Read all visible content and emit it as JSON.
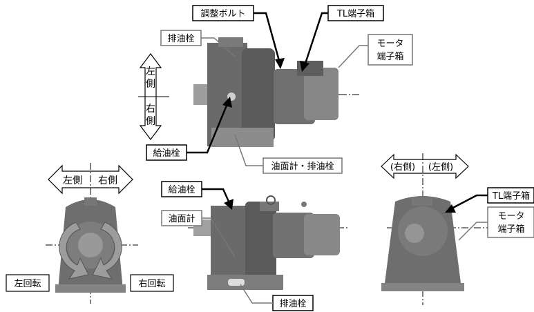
{
  "labels": {
    "adjust_bolt": "調整ボルト",
    "tl_box_top": "TL端子箱",
    "drain_plug_top": "排油栓",
    "motor_box_top_1": "モータ",
    "motor_box_top_2": "端子箱",
    "left_side": "左\n側",
    "right_side": "右\n側",
    "fill_plug_top": "給油栓",
    "gauge_drain": "油面計・排油栓",
    "left_side_h": "左側",
    "right_side_h": "右側",
    "fill_plug_mid": "給油栓",
    "oil_gauge": "油面計",
    "left_rot": "左回転",
    "right_rot": "右回転",
    "drain_plug_bottom": "排油栓",
    "right_paren": "(右側)",
    "left_paren": "(左側)",
    "tl_box_right": "TL端子箱",
    "motor_box_right_1": "モータ",
    "motor_box_right_2": "端子箱"
  },
  "colors": {
    "machine_dark": "#5f5f5f",
    "machine_mid": "#8a8a8a",
    "machine_light": "#b3b3b3",
    "arrow_gray": "#9a9a9a",
    "line": "#000000"
  }
}
